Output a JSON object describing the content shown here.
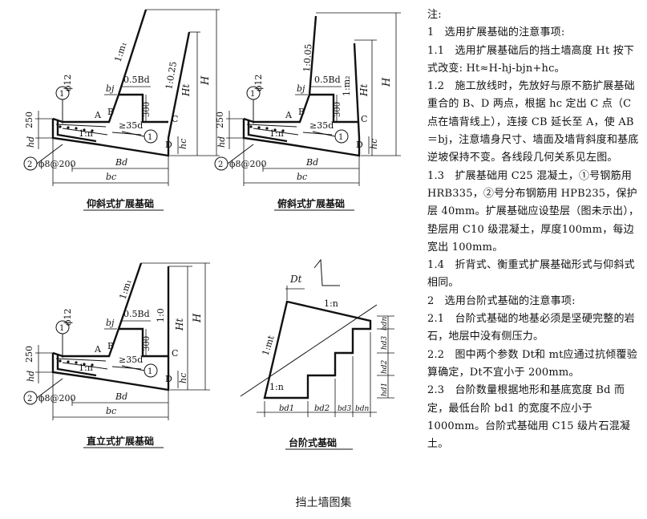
{
  "figure_caption": "挡土墙图集",
  "panels": {
    "p1": {
      "title": "仰斜式扩展基础",
      "slope_wall": "1:m₁",
      "slope_back": "1:0.25",
      "label_H": "H",
      "label_Ht": "Ht",
      "label_hc": "hc",
      "label_hd": "hd",
      "label_bj": "bj",
      "label_half_bd": "0.5Bd",
      "label_Bd": "Bd",
      "label_bc": "bc",
      "label_300": "300",
      "label_250": "250",
      "label_phi12": "ϕ12",
      "label_35d": "≥35d",
      "label_1n": "1:n",
      "label_rebar": "ϕ8@200",
      "circle1": "1",
      "circle2": "2",
      "pt_A": "A",
      "pt_B": "B",
      "pt_C": "C",
      "pt_D": "D"
    },
    "p2": {
      "title": "俯斜式扩展基础",
      "slope_wall": "1:0.05",
      "slope_back": "1:m₂",
      "label_H": "H",
      "label_Ht": "Ht",
      "label_hc": "hc",
      "label_hd": "hd",
      "label_bj": "bj",
      "label_half_bd": "0.5Bd",
      "label_Bd": "Bd",
      "label_bc": "bc",
      "label_300": "300",
      "label_250": "250",
      "label_phi12": "ϕ12",
      "label_35d": "≥35d",
      "label_1n": "1:n",
      "label_rebar": "ϕ8@200",
      "circle1": "1",
      "circle2": "2",
      "pt_A": "A",
      "pt_B": "B",
      "pt_C": "C",
      "pt_D": "D"
    },
    "p3": {
      "title": "直立式扩展基础",
      "slope_wall": "1:m₁",
      "slope_back": "1:0",
      "label_H": "H",
      "label_Ht": "Ht",
      "label_hc": "hc",
      "label_hd": "hd",
      "label_bj": "bj",
      "label_half_bd": "0.5Bd",
      "label_Bd": "Bd",
      "label_bc": "bc",
      "label_300": "300",
      "label_250": "250",
      "label_phi12": "ϕ12",
      "label_35d": "≥35d",
      "label_1n": "1:n",
      "label_rebar": "ϕ8@200",
      "circle1": "1",
      "circle2": "2",
      "pt_A": "A",
      "pt_B": "B",
      "pt_C": "C",
      "pt_D": "D"
    },
    "p4": {
      "title": "台阶式基础",
      "label_Dt": "Dt",
      "label_top_1n": "1:n",
      "label_bottom_1n": "1:n",
      "label_slope": "1:mt",
      "label_bd1": "bd1",
      "label_bd2": "bd2",
      "label_bd3": "bd3",
      "label_bdn": "bdn",
      "label_hd1": "hd1",
      "label_hd2": "hd2",
      "label_hd3": "hd3",
      "label_hdn": "hdn"
    }
  },
  "notes": [
    "注:",
    "1　选用扩展基础的注意事项:",
    "1.1　选用扩展基础后的挡土墙高度 Ht 按下式改变: Ht≈H-hj-bjn+hc。",
    "1.2　施工放线时，先放好与原不筋扩展基础重合的 B、D 两点，根据 hc 定出 C 点（C 点在墙背线上），连接 CB 延长至 A，使 AB＝bj，注意墙身尺寸、墙面及墙背斜度和基底逆坡保持不变。各线段几何关系见左图。",
    "1.3　扩展基础用 C25 混凝土，①号钢筋用 HRB335，②号分布钢筋用 HPB235，保护层 40mm。扩展基础应设垫层（图未示出），垫层用 C10 级混凝土，厚度100mm，每边宽出 100mm。",
    "1.4　折背式、衡重式扩展基础形式与仰斜式相同。",
    "2　选用台阶式基础的注意事项:",
    "2.1　台阶式基础的地基必须是坚硬完整的岩石，地层中没有侧压力。",
    "2.2　图中两个参数 Dt和 mt应通过抗倾覆验算确定，Dt不宜小于 200mm。",
    "2.3　台阶数量根据地形和基底宽度 Bd 而定，最低台阶 bd1 的宽度不应小于1000mm。台阶式基础用 C15 级片石混凝土。"
  ]
}
